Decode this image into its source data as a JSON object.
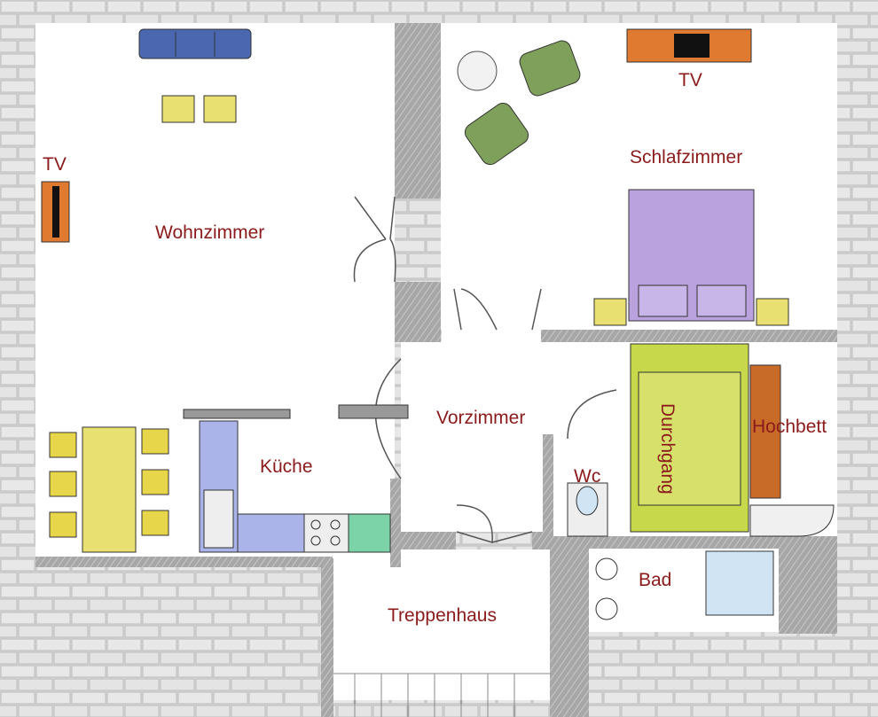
{
  "labels": {
    "tv_living": "TV",
    "wohnzimmer": "Wohnzimmer",
    "tv_bedroom": "TV",
    "schlafzimmer": "Schlafzimmer",
    "vorzimmer": "Vorzimmer",
    "kueche": "Küche",
    "durchgang": "Durchgang",
    "hochbett": "Hochbett",
    "wc": "Wc",
    "bad": "Bad",
    "treppenhaus": "Treppenhaus"
  },
  "colors": {
    "wall": "#9a9a9a",
    "label": "#8b1a1a",
    "sofa": "#4a67b0",
    "yellow": "#e8e070",
    "orange": "#e07a30",
    "purple": "#b9a2dd",
    "green_chair": "#7fa05a",
    "lime": "#c7d84a",
    "wood": "#c86a28",
    "blue_tile": "#aab4e8",
    "tub": "#d0e4f4"
  }
}
